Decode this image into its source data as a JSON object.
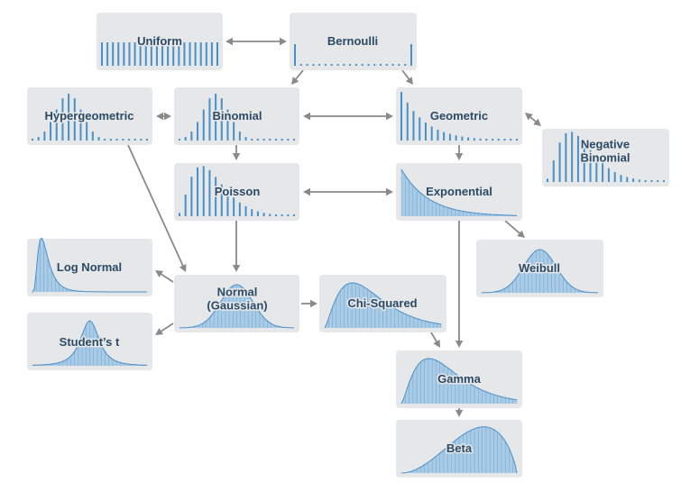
{
  "diagram": {
    "title": "",
    "colors": {
      "box": "#e6e7e8",
      "bar": "#4a90c8",
      "fill": "#a9cbe6",
      "label": "#2b4a66",
      "edge": "#8a8a8a"
    },
    "nodes": [
      {
        "id": "uniform",
        "label": [
          "Uniform"
        ],
        "glyph": "uniform-bars"
      },
      {
        "id": "bernoulli",
        "label": [
          "Bernoulli"
        ],
        "glyph": "bernoulli-bars"
      },
      {
        "id": "hypergeometric",
        "label": [
          "Hypergeometric"
        ],
        "glyph": "discrete-bell-bars"
      },
      {
        "id": "binomial",
        "label": [
          "Binomial"
        ],
        "glyph": "discrete-bell-bars"
      },
      {
        "id": "geometric",
        "label": [
          "Geometric"
        ],
        "glyph": "decay-bars"
      },
      {
        "id": "negative-binomial",
        "label": [
          "Negative",
          "Binomial"
        ],
        "glyph": "skewed-bars"
      },
      {
        "id": "poisson",
        "label": [
          "Poisson"
        ],
        "glyph": "skewed-bars"
      },
      {
        "id": "exponential",
        "label": [
          "Exponential"
        ],
        "glyph": "decay-curve"
      },
      {
        "id": "log-normal",
        "label": [
          "Log Normal"
        ],
        "glyph": "lognormal-curve"
      },
      {
        "id": "normal",
        "label": [
          "Normal",
          "(Gaussian)"
        ],
        "glyph": "bell-curve"
      },
      {
        "id": "chi-squared",
        "label": [
          "Chi-Squared"
        ],
        "glyph": "skewed-curve"
      },
      {
        "id": "weibull",
        "label": [
          "Weibull"
        ],
        "glyph": "bell-curve"
      },
      {
        "id": "students-t",
        "label": [
          "Student’s t"
        ],
        "glyph": "peaked-curve"
      },
      {
        "id": "gamma",
        "label": [
          "Gamma"
        ],
        "glyph": "skewed-curve"
      },
      {
        "id": "beta",
        "label": [
          "Beta"
        ],
        "glyph": "beta-curve"
      }
    ],
    "edges": [
      {
        "from": "uniform",
        "to": "bernoulli",
        "bidirectional": true
      },
      {
        "from": "bernoulli",
        "to": "binomial",
        "bidirectional": false
      },
      {
        "from": "bernoulli",
        "to": "geometric",
        "bidirectional": false
      },
      {
        "from": "hypergeometric",
        "to": "binomial",
        "bidirectional": true
      },
      {
        "from": "binomial",
        "to": "geometric",
        "bidirectional": true
      },
      {
        "from": "geometric",
        "to": "negative-binomial",
        "bidirectional": true
      },
      {
        "from": "binomial",
        "to": "poisson",
        "bidirectional": false
      },
      {
        "from": "geometric",
        "to": "exponential",
        "bidirectional": false
      },
      {
        "from": "poisson",
        "to": "exponential",
        "bidirectional": true
      },
      {
        "from": "hypergeometric",
        "to": "normal",
        "bidirectional": false
      },
      {
        "from": "poisson",
        "to": "normal",
        "bidirectional": false
      },
      {
        "from": "exponential",
        "to": "weibull",
        "bidirectional": false
      },
      {
        "from": "exponential",
        "to": "gamma",
        "bidirectional": false
      },
      {
        "from": "normal",
        "to": "log-normal",
        "bidirectional": false
      },
      {
        "from": "normal",
        "to": "students-t",
        "bidirectional": false
      },
      {
        "from": "normal",
        "to": "chi-squared",
        "bidirectional": false
      },
      {
        "from": "chi-squared",
        "to": "gamma",
        "bidirectional": false
      },
      {
        "from": "gamma",
        "to": "beta",
        "bidirectional": false
      }
    ]
  }
}
